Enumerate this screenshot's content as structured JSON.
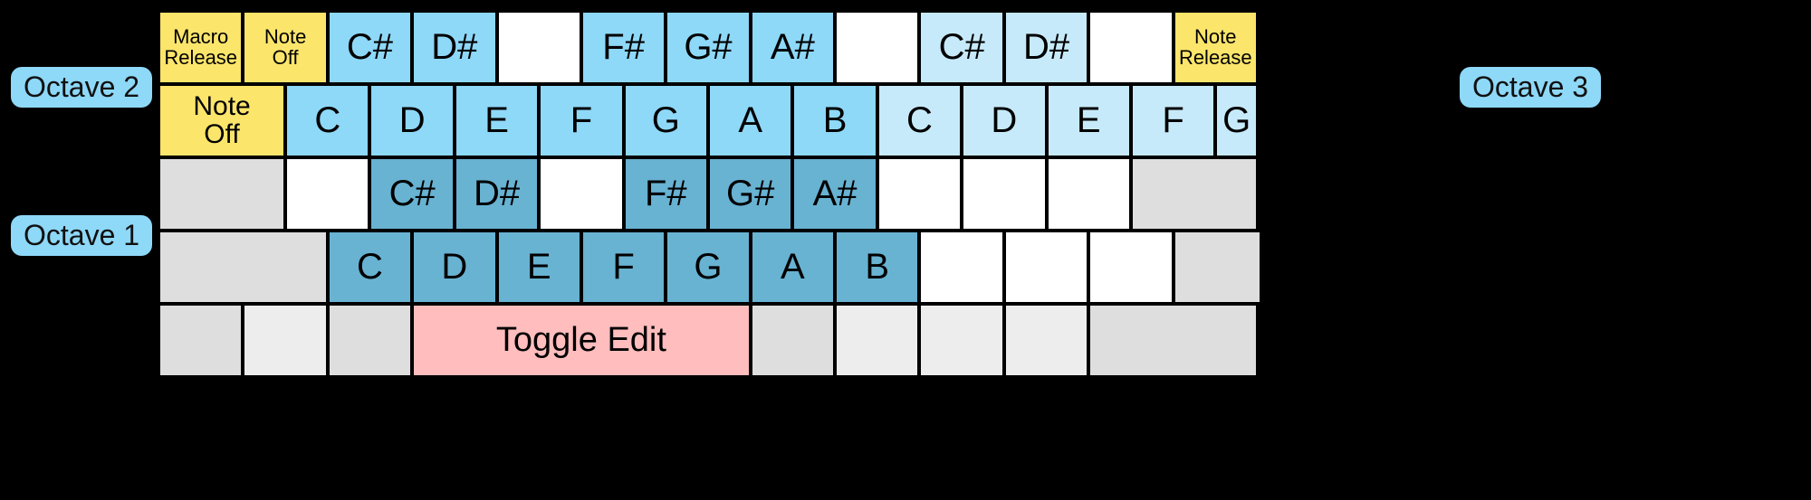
{
  "labels": {
    "octave_left_top": "Octave 2",
    "octave_left_bottom": "Octave 1",
    "octave_right": "Octave 3"
  },
  "colors": {
    "yellow": "#fbe56b",
    "blue": "#8ed8f8",
    "blue_light": "#c6eaf9",
    "blue_dark": "#68b2d2",
    "pink": "#ffbdbd",
    "gray": "#dedede",
    "gray_light": "#ededed",
    "white": "#ffffff",
    "background": "#000000"
  },
  "rows": [
    {
      "name": "octave2-black-keys",
      "cells": [
        {
          "label_lines": [
            "Macro",
            "Release"
          ],
          "fill": "yellow",
          "span": 2,
          "size": "small"
        },
        {
          "label_lines": [
            "Note",
            "Off"
          ],
          "fill": "yellow",
          "span": 2,
          "size": "small"
        },
        {
          "label_lines": [
            "C#"
          ],
          "fill": "blue",
          "span": 2,
          "size": "big"
        },
        {
          "label_lines": [
            "D#"
          ],
          "fill": "blue",
          "span": 2,
          "size": "big"
        },
        {
          "label_lines": [],
          "fill": "white",
          "span": 2,
          "size": "big"
        },
        {
          "label_lines": [
            "F#"
          ],
          "fill": "blue",
          "span": 2,
          "size": "big"
        },
        {
          "label_lines": [
            "G#"
          ],
          "fill": "blue",
          "span": 2,
          "size": "big"
        },
        {
          "label_lines": [
            "A#"
          ],
          "fill": "blue",
          "span": 2,
          "size": "big"
        },
        {
          "label_lines": [],
          "fill": "white",
          "span": 2,
          "size": "big"
        },
        {
          "label_lines": [
            "C#"
          ],
          "fill": "blue_light",
          "span": 2,
          "size": "big"
        },
        {
          "label_lines": [
            "D#"
          ],
          "fill": "blue_light",
          "span": 2,
          "size": "big"
        },
        {
          "label_lines": [],
          "fill": "white",
          "span": 2,
          "size": "big"
        },
        {
          "label_lines": [
            "Note",
            "Release"
          ],
          "fill": "yellow",
          "span": 2,
          "size": "small"
        },
        {
          "label_lines": [],
          "fill": "gray",
          "span": 2,
          "size": "big"
        }
      ]
    },
    {
      "name": "octave2-white-keys",
      "cells": [
        {
          "label_lines": [
            "Note",
            "Off"
          ],
          "fill": "yellow",
          "span": 3,
          "size": "med"
        },
        {
          "label_lines": [
            "C"
          ],
          "fill": "blue",
          "span": 2,
          "size": "big"
        },
        {
          "label_lines": [
            "D"
          ],
          "fill": "blue",
          "span": 2,
          "size": "big"
        },
        {
          "label_lines": [
            "E"
          ],
          "fill": "blue",
          "span": 2,
          "size": "big"
        },
        {
          "label_lines": [
            "F"
          ],
          "fill": "blue",
          "span": 2,
          "size": "big"
        },
        {
          "label_lines": [
            "G"
          ],
          "fill": "blue",
          "span": 2,
          "size": "big"
        },
        {
          "label_lines": [
            "A"
          ],
          "fill": "blue",
          "span": 2,
          "size": "big"
        },
        {
          "label_lines": [
            "B"
          ],
          "fill": "blue",
          "span": 2,
          "size": "big"
        },
        {
          "label_lines": [
            "C"
          ],
          "fill": "blue_light",
          "span": 2,
          "size": "big"
        },
        {
          "label_lines": [
            "D"
          ],
          "fill": "blue_light",
          "span": 2,
          "size": "big"
        },
        {
          "label_lines": [
            "E"
          ],
          "fill": "blue_light",
          "span": 2,
          "size": "big"
        },
        {
          "label_lines": [
            "F"
          ],
          "fill": "blue_light",
          "span": 2,
          "size": "big"
        },
        {
          "label_lines": [
            "G"
          ],
          "fill": "blue_light",
          "span": 2,
          "size": "big"
        },
        {
          "label_lines": [],
          "fill": "white",
          "span": 1,
          "size": "big"
        }
      ]
    },
    {
      "name": "octave1-black-keys",
      "cells": [
        {
          "label_lines": [],
          "fill": "gray",
          "span": 3,
          "size": "big"
        },
        {
          "label_lines": [],
          "fill": "white",
          "span": 2,
          "size": "big"
        },
        {
          "label_lines": [
            "C#"
          ],
          "fill": "blue_dark",
          "span": 2,
          "size": "big"
        },
        {
          "label_lines": [
            "D#"
          ],
          "fill": "blue_dark",
          "span": 2,
          "size": "big"
        },
        {
          "label_lines": [],
          "fill": "white",
          "span": 2,
          "size": "big"
        },
        {
          "label_lines": [
            "F#"
          ],
          "fill": "blue_dark",
          "span": 2,
          "size": "big"
        },
        {
          "label_lines": [
            "G#"
          ],
          "fill": "blue_dark",
          "span": 2,
          "size": "big"
        },
        {
          "label_lines": [
            "A#"
          ],
          "fill": "blue_dark",
          "span": 2,
          "size": "big"
        },
        {
          "label_lines": [],
          "fill": "white",
          "span": 2,
          "size": "big"
        },
        {
          "label_lines": [],
          "fill": "white",
          "span": 2,
          "size": "big"
        },
        {
          "label_lines": [],
          "fill": "white",
          "span": 2,
          "size": "big"
        },
        {
          "label_lines": [],
          "fill": "gray",
          "span": 4,
          "size": "big"
        }
      ]
    },
    {
      "name": "octave1-white-keys",
      "cells": [
        {
          "label_lines": [],
          "fill": "gray",
          "span": 4,
          "size": "big"
        },
        {
          "label_lines": [
            "C"
          ],
          "fill": "blue_dark",
          "span": 2,
          "size": "big"
        },
        {
          "label_lines": [
            "D"
          ],
          "fill": "blue_dark",
          "span": 2,
          "size": "big"
        },
        {
          "label_lines": [
            "E"
          ],
          "fill": "blue_dark",
          "span": 2,
          "size": "big"
        },
        {
          "label_lines": [
            "F"
          ],
          "fill": "blue_dark",
          "span": 2,
          "size": "big"
        },
        {
          "label_lines": [
            "G"
          ],
          "fill": "blue_dark",
          "span": 2,
          "size": "big"
        },
        {
          "label_lines": [
            "A"
          ],
          "fill": "blue_dark",
          "span": 2,
          "size": "big"
        },
        {
          "label_lines": [
            "B"
          ],
          "fill": "blue_dark",
          "span": 2,
          "size": "big"
        },
        {
          "label_lines": [],
          "fill": "white",
          "span": 2,
          "size": "big"
        },
        {
          "label_lines": [],
          "fill": "white",
          "span": 2,
          "size": "big"
        },
        {
          "label_lines": [],
          "fill": "white",
          "span": 2,
          "size": "big"
        },
        {
          "label_lines": [],
          "fill": "gray",
          "span": 4,
          "size": "big"
        }
      ]
    },
    {
      "name": "modifier-row",
      "cells": [
        {
          "label_lines": [],
          "fill": "gray",
          "span": 2,
          "size": "big"
        },
        {
          "label_lines": [],
          "fill": "gray_light",
          "span": 2,
          "size": "big"
        },
        {
          "label_lines": [],
          "fill": "gray",
          "span": 2,
          "size": "big"
        },
        {
          "label_lines": [
            "Toggle Edit"
          ],
          "fill": "pink",
          "span": 8,
          "size": "toggle"
        },
        {
          "label_lines": [],
          "fill": "gray",
          "span": 2,
          "size": "big"
        },
        {
          "label_lines": [],
          "fill": "gray_light",
          "span": 2,
          "size": "big"
        },
        {
          "label_lines": [],
          "fill": "gray_light",
          "span": 2,
          "size": "big"
        },
        {
          "label_lines": [],
          "fill": "gray_light",
          "span": 2,
          "size": "big"
        },
        {
          "label_lines": [],
          "fill": "gray",
          "span": 4,
          "size": "big"
        }
      ]
    }
  ]
}
